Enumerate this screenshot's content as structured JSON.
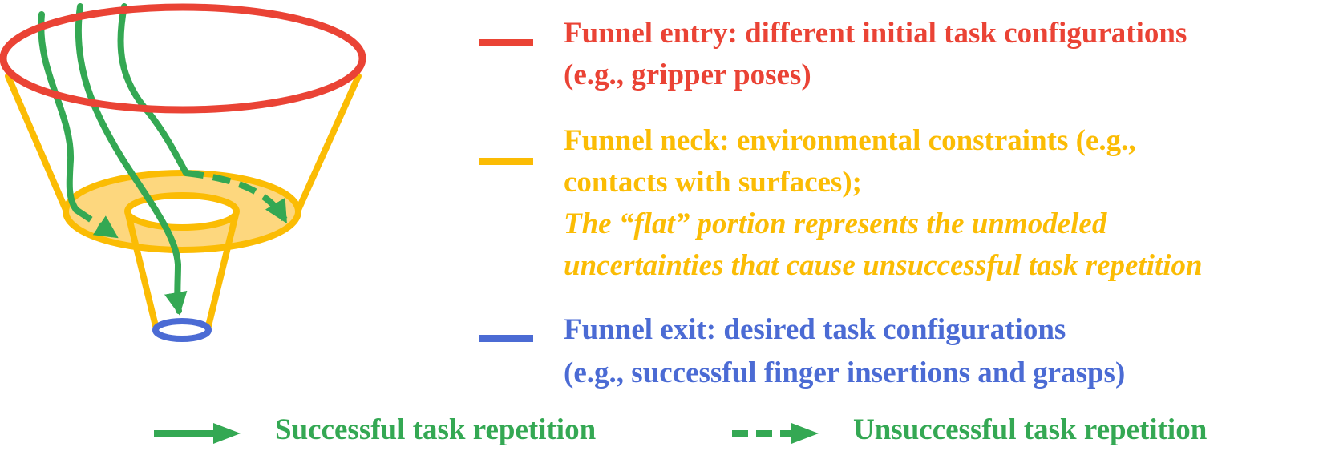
{
  "colors": {
    "entry": "#ea4335",
    "neck": "#fbbc04",
    "neck_fill": "#fdd77e",
    "exit": "#4b6bd4",
    "path": "#34a853"
  },
  "legend": {
    "entry": {
      "line1": "Funnel entry: different initial task configurations",
      "line2": "(e.g., gripper poses)"
    },
    "neck": {
      "line1": "Funnel neck: environmental constraints (e.g.,",
      "line2": "contacts with surfaces);",
      "italic1": "The “flat” portion represents the unmodeled",
      "italic2": "uncertainties that cause unsuccessful task repetition"
    },
    "exit": {
      "line1": "Funnel exit: desired task configurations",
      "line2": "(e.g., successful finger insertions and grasps)"
    }
  },
  "arrows": {
    "successful": "Successful task repetition",
    "unsuccessful": "Unsuccessful task repetition"
  }
}
